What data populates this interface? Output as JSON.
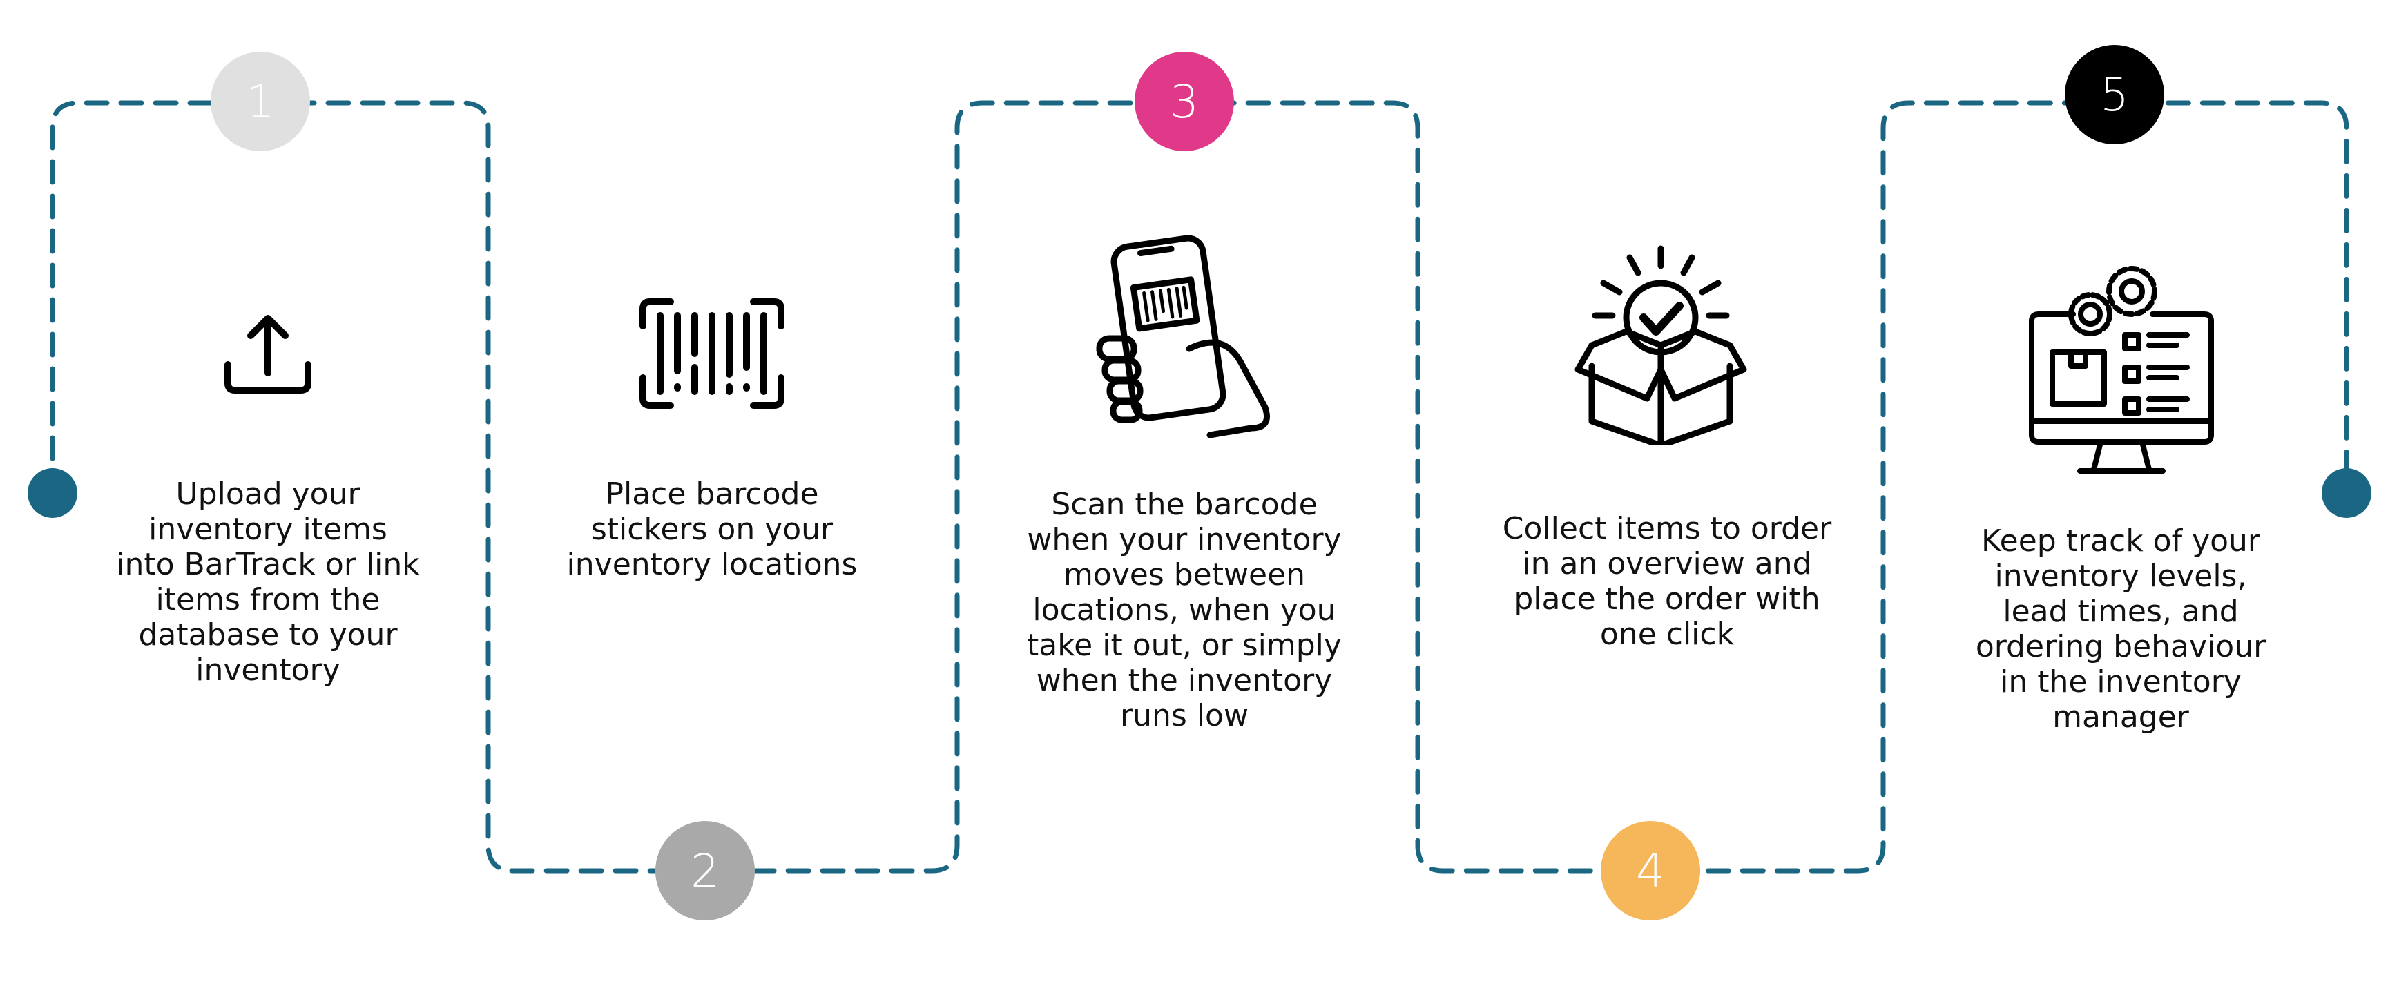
{
  "colors": {
    "path": "#1b6682",
    "step1": "#e0e0e0",
    "step2": "#a9a9a9",
    "step3": "#e0398a",
    "step4": "#f5b75a",
    "step5": "#000000"
  },
  "steps": [
    {
      "number": "1",
      "icon": "upload-icon",
      "text": "Upload your inventory items into BarTrack or link items from the database to your inventory"
    },
    {
      "number": "2",
      "icon": "barcode-icon",
      "text": "Place barcode stickers on your inventory locations"
    },
    {
      "number": "3",
      "icon": "phone-scan-icon",
      "text": "Scan the barcode when your inventory moves between locations, when you take it out, or simply when the inventory runs low"
    },
    {
      "number": "4",
      "icon": "box-check-icon",
      "text": "Collect items to order in an overview and place the order with one click"
    },
    {
      "number": "5",
      "icon": "monitor-inventory-icon",
      "text": "Keep track of your inventory levels, lead times, and ordering behaviour in the inventory manager"
    }
  ]
}
